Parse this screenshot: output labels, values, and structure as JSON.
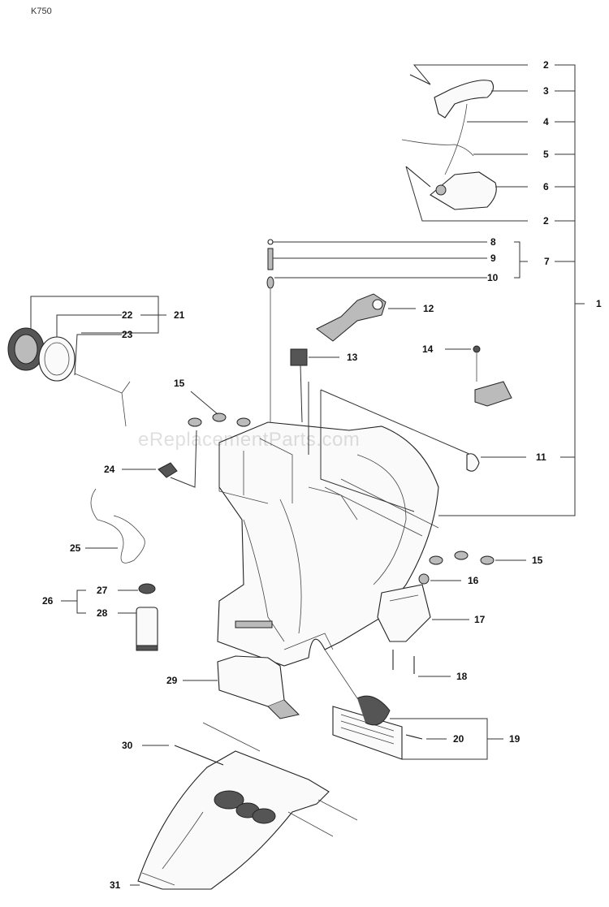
{
  "header": {
    "model_code": "K750"
  },
  "watermark": {
    "text": "eReplacementParts.com"
  },
  "callouts": {
    "c1": "1",
    "c2a": "2",
    "c3": "3",
    "c4": "4",
    "c5": "5",
    "c6": "6",
    "c2b": "2",
    "c7": "7",
    "c8": "8",
    "c9": "9",
    "c10": "10",
    "c11": "11",
    "c12": "12",
    "c13": "13",
    "c14": "14",
    "c15a": "15",
    "c15b": "15",
    "c16": "16",
    "c17": "17",
    "c18": "18",
    "c19": "19",
    "c20": "20",
    "c21": "21",
    "c22": "22",
    "c23": "23",
    "c24": "24",
    "c25": "25",
    "c26": "26",
    "c27": "27",
    "c28": "28",
    "c29": "29",
    "c30": "30",
    "c31": "31"
  },
  "colors": {
    "line": "#222222",
    "shade": "#555555",
    "background": "#ffffff"
  }
}
